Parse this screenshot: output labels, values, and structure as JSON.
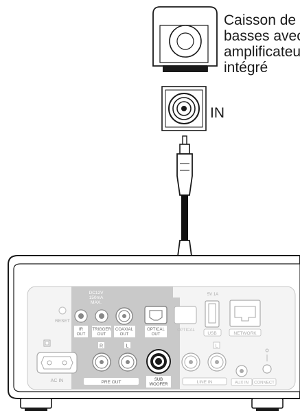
{
  "subwoofer": {
    "caption_lines": [
      "Caisson de",
      "basses avec",
      "amplificateur",
      "intégré"
    ],
    "input_label": "IN"
  },
  "back_panel": {
    "reset": "RESET",
    "dc_label_lines": [
      "DC12V",
      "150mA",
      "MAX."
    ],
    "ir_out": [
      "IR",
      "OUT"
    ],
    "trigger_out": [
      "TRIGGER",
      "OUT"
    ],
    "coaxial_out": [
      "COAXIAL",
      "OUT"
    ],
    "optical_out": [
      "OPTICAL",
      "OUT"
    ],
    "optical_in_partial": "OPTICAL",
    "usb_rating": "5V 1A",
    "usb": "USB",
    "network": "NETWORK",
    "channel_r": "R",
    "channel_l": "L",
    "ac_in": "AC IN",
    "pre_out": "PRE OUT",
    "sub_woofer": [
      "SUB",
      "WOOFER"
    ],
    "line_in": "LINE IN",
    "line_in_l": "L",
    "aux_in": "AUX IN",
    "connect": "CONNECT"
  }
}
